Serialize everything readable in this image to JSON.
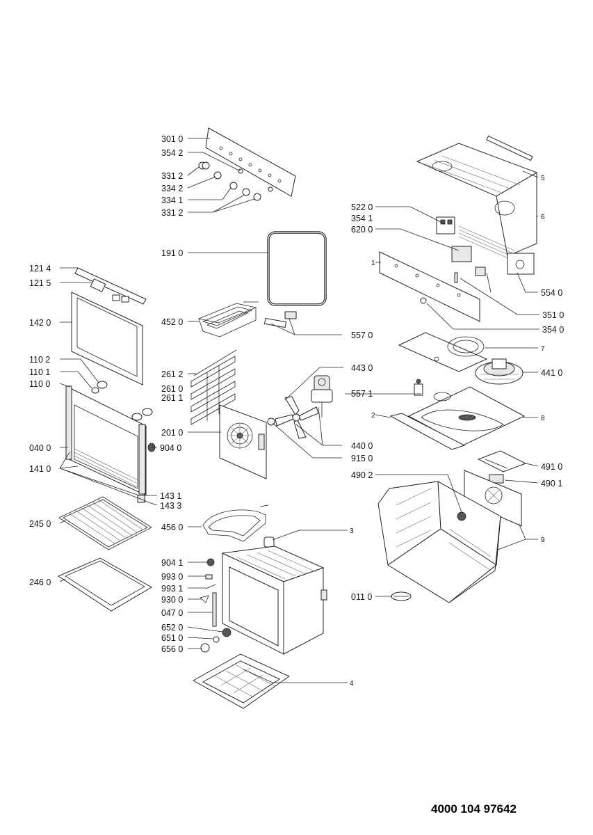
{
  "drawing_number": "4000 104 97642",
  "labels": {
    "p3010": "301 0",
    "p3542": "354 2",
    "p3312a": "331 2",
    "p3342": "334 2",
    "p3341": "334 1",
    "p3312b": "331 2",
    "p1910": "191 0",
    "p4520": "452 0",
    "p5570": "557 0",
    "p2612": "261 2",
    "p2610": "261 0",
    "p2611": "261 1",
    "p4430": "443 0",
    "p2010": "201 0",
    "p9040": "904 0",
    "p4400": "440 0",
    "p9150": "915 0",
    "p5571": "557 1",
    "p4560": "456 0",
    "p3": "3",
    "p9041": "904 1",
    "p9930": "993 0",
    "p9931": "993 1",
    "p9300": "930 0",
    "p0470": "047 0",
    "p6520": "652 0",
    "p6510": "651 0",
    "p6560": "656 0",
    "p4": "4",
    "p1214": "121 4",
    "p1215": "121 5",
    "p1420": "142 0",
    "p1102": "110 2",
    "p1101": "110 1",
    "p1100": "110 0",
    "p0400": "040 0",
    "p1410": "141 0",
    "p1431": "143 1",
    "p1433": "143 3",
    "p2450": "245 0",
    "p2460": "246 0",
    "p5": "5",
    "p6": "6",
    "p5220": "522 0",
    "p3541": "354 1",
    "p6200": "620 0",
    "p1": "1",
    "p5540": "554 0",
    "p3510": "351 0",
    "p3540": "354 0",
    "p7": "7",
    "p4410": "441 0",
    "p2": "2",
    "p8": "8",
    "p4910": "491 0",
    "p4902": "490 2",
    "p4901": "490 1",
    "p9": "9",
    "p0110": "011 0"
  }
}
